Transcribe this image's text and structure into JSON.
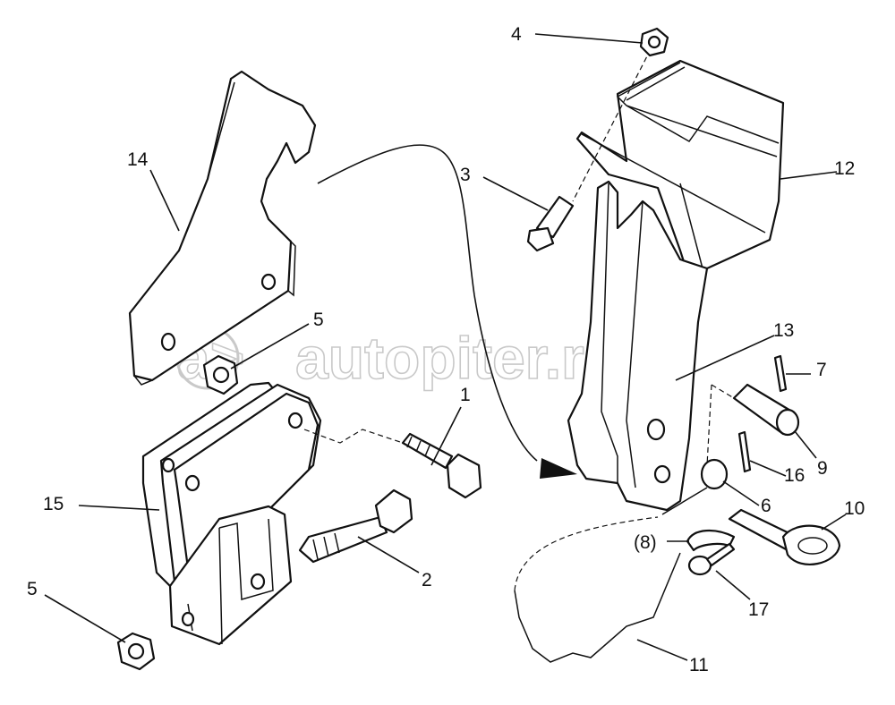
{
  "watermark": {
    "logo": "a>",
    "text": "autopiter.ru"
  },
  "callouts": {
    "c1": "1",
    "c2": "2",
    "c3": "3",
    "c4": "4",
    "c5a": "5",
    "c5b": "5",
    "c6": "6",
    "c7": "7",
    "c8": "(8)",
    "c9": "9",
    "c10": "10",
    "c11": "11",
    "c12": "12",
    "c13": "13",
    "c14": "14",
    "c15": "15",
    "c16": "16",
    "c17": "17"
  }
}
